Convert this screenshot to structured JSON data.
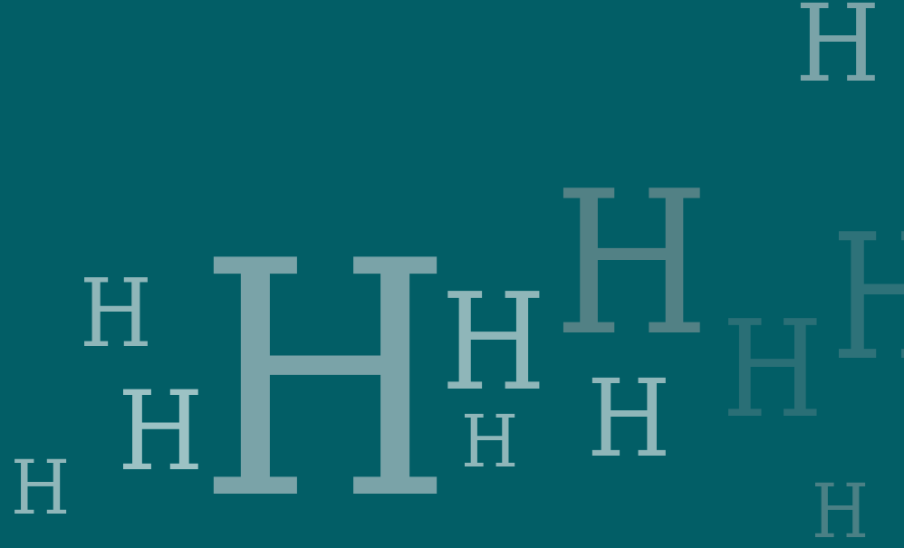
{
  "background_color": "#025e66",
  "glyphs": [
    {
      "text": "H",
      "color": "#7aa3a8"
    },
    {
      "text": "H",
      "color": "#528185"
    },
    {
      "text": "H",
      "color": "#7aa3a8"
    },
    {
      "text": "H",
      "color": "#8fb6b9"
    },
    {
      "text": "H",
      "color": "#9cc2c4"
    },
    {
      "text": "H",
      "color": "#8fb6b9"
    },
    {
      "text": "H",
      "color": "#8fb6b9"
    },
    {
      "text": "H",
      "color": "#8fb6b9"
    },
    {
      "text": "H",
      "color": "#8fb6b9"
    },
    {
      "text": "H",
      "color": "#4a8085"
    },
    {
      "text": "H",
      "color": "#2a6f76"
    },
    {
      "text": "H",
      "color": "#2e7279"
    },
    {
      "text": "H",
      "color": "#3f7f84"
    }
  ]
}
